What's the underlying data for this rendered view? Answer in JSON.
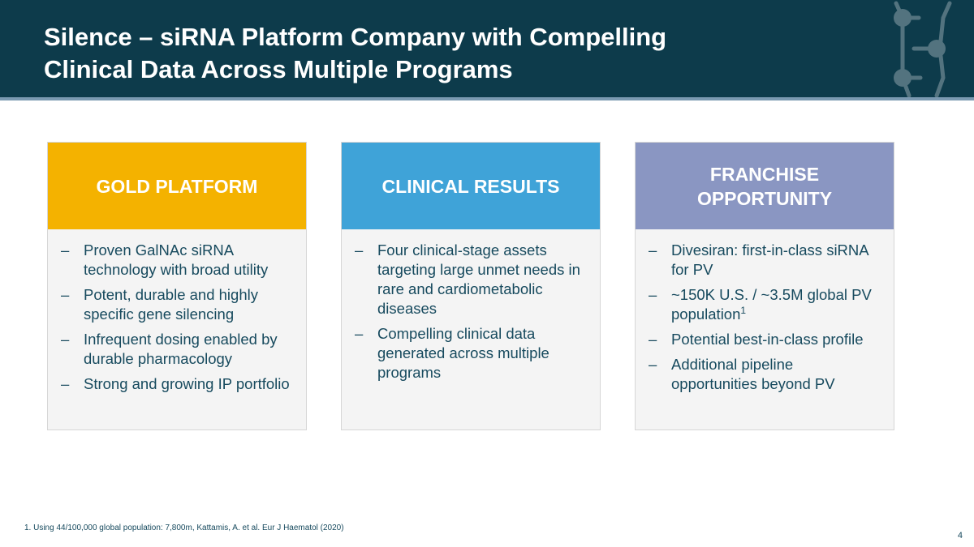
{
  "title": {
    "line1": "Silence – siRNA Platform Company with Compelling",
    "line2": "Clinical Data Across Multiple Programs"
  },
  "colors": {
    "header_bg": "#0d3b4b",
    "gold": "#f4b200",
    "blue": "#3fa3d8",
    "purple": "#8a96c2",
    "body_text": "#174a5e",
    "card_bg": "#f4f4f4"
  },
  "cards": [
    {
      "heading": "GOLD PLATFORM",
      "bullets": [
        "Proven GalNAc siRNA technology with broad utility",
        "Potent, durable and highly specific gene silencing",
        "Infrequent dosing enabled by durable pharmacology",
        "Strong and growing IP portfolio"
      ]
    },
    {
      "heading": "CLINICAL RESULTS",
      "bullets": [
        "Four clinical-stage assets targeting large unmet needs in rare and cardiometabolic diseases",
        "Compelling clinical data generated across multiple programs"
      ]
    },
    {
      "heading": "FRANCHISE OPPORTUNITY",
      "bullets": [
        "Divesiran: first-in-class siRNA for PV",
        "~150K U.S. / ~3.5M global PV population",
        "Potential best-in-class profile",
        "Additional pipeline opportunities beyond PV"
      ],
      "superscript_1": "1"
    }
  ],
  "bullet_marker": "–",
  "footnote": "1. Using 44/100,000 global population: 7,800m, Kattamis, A. et al. Eur J Haematol (2020)",
  "page_number": "4",
  "logo_icon": "company-logo-icon"
}
